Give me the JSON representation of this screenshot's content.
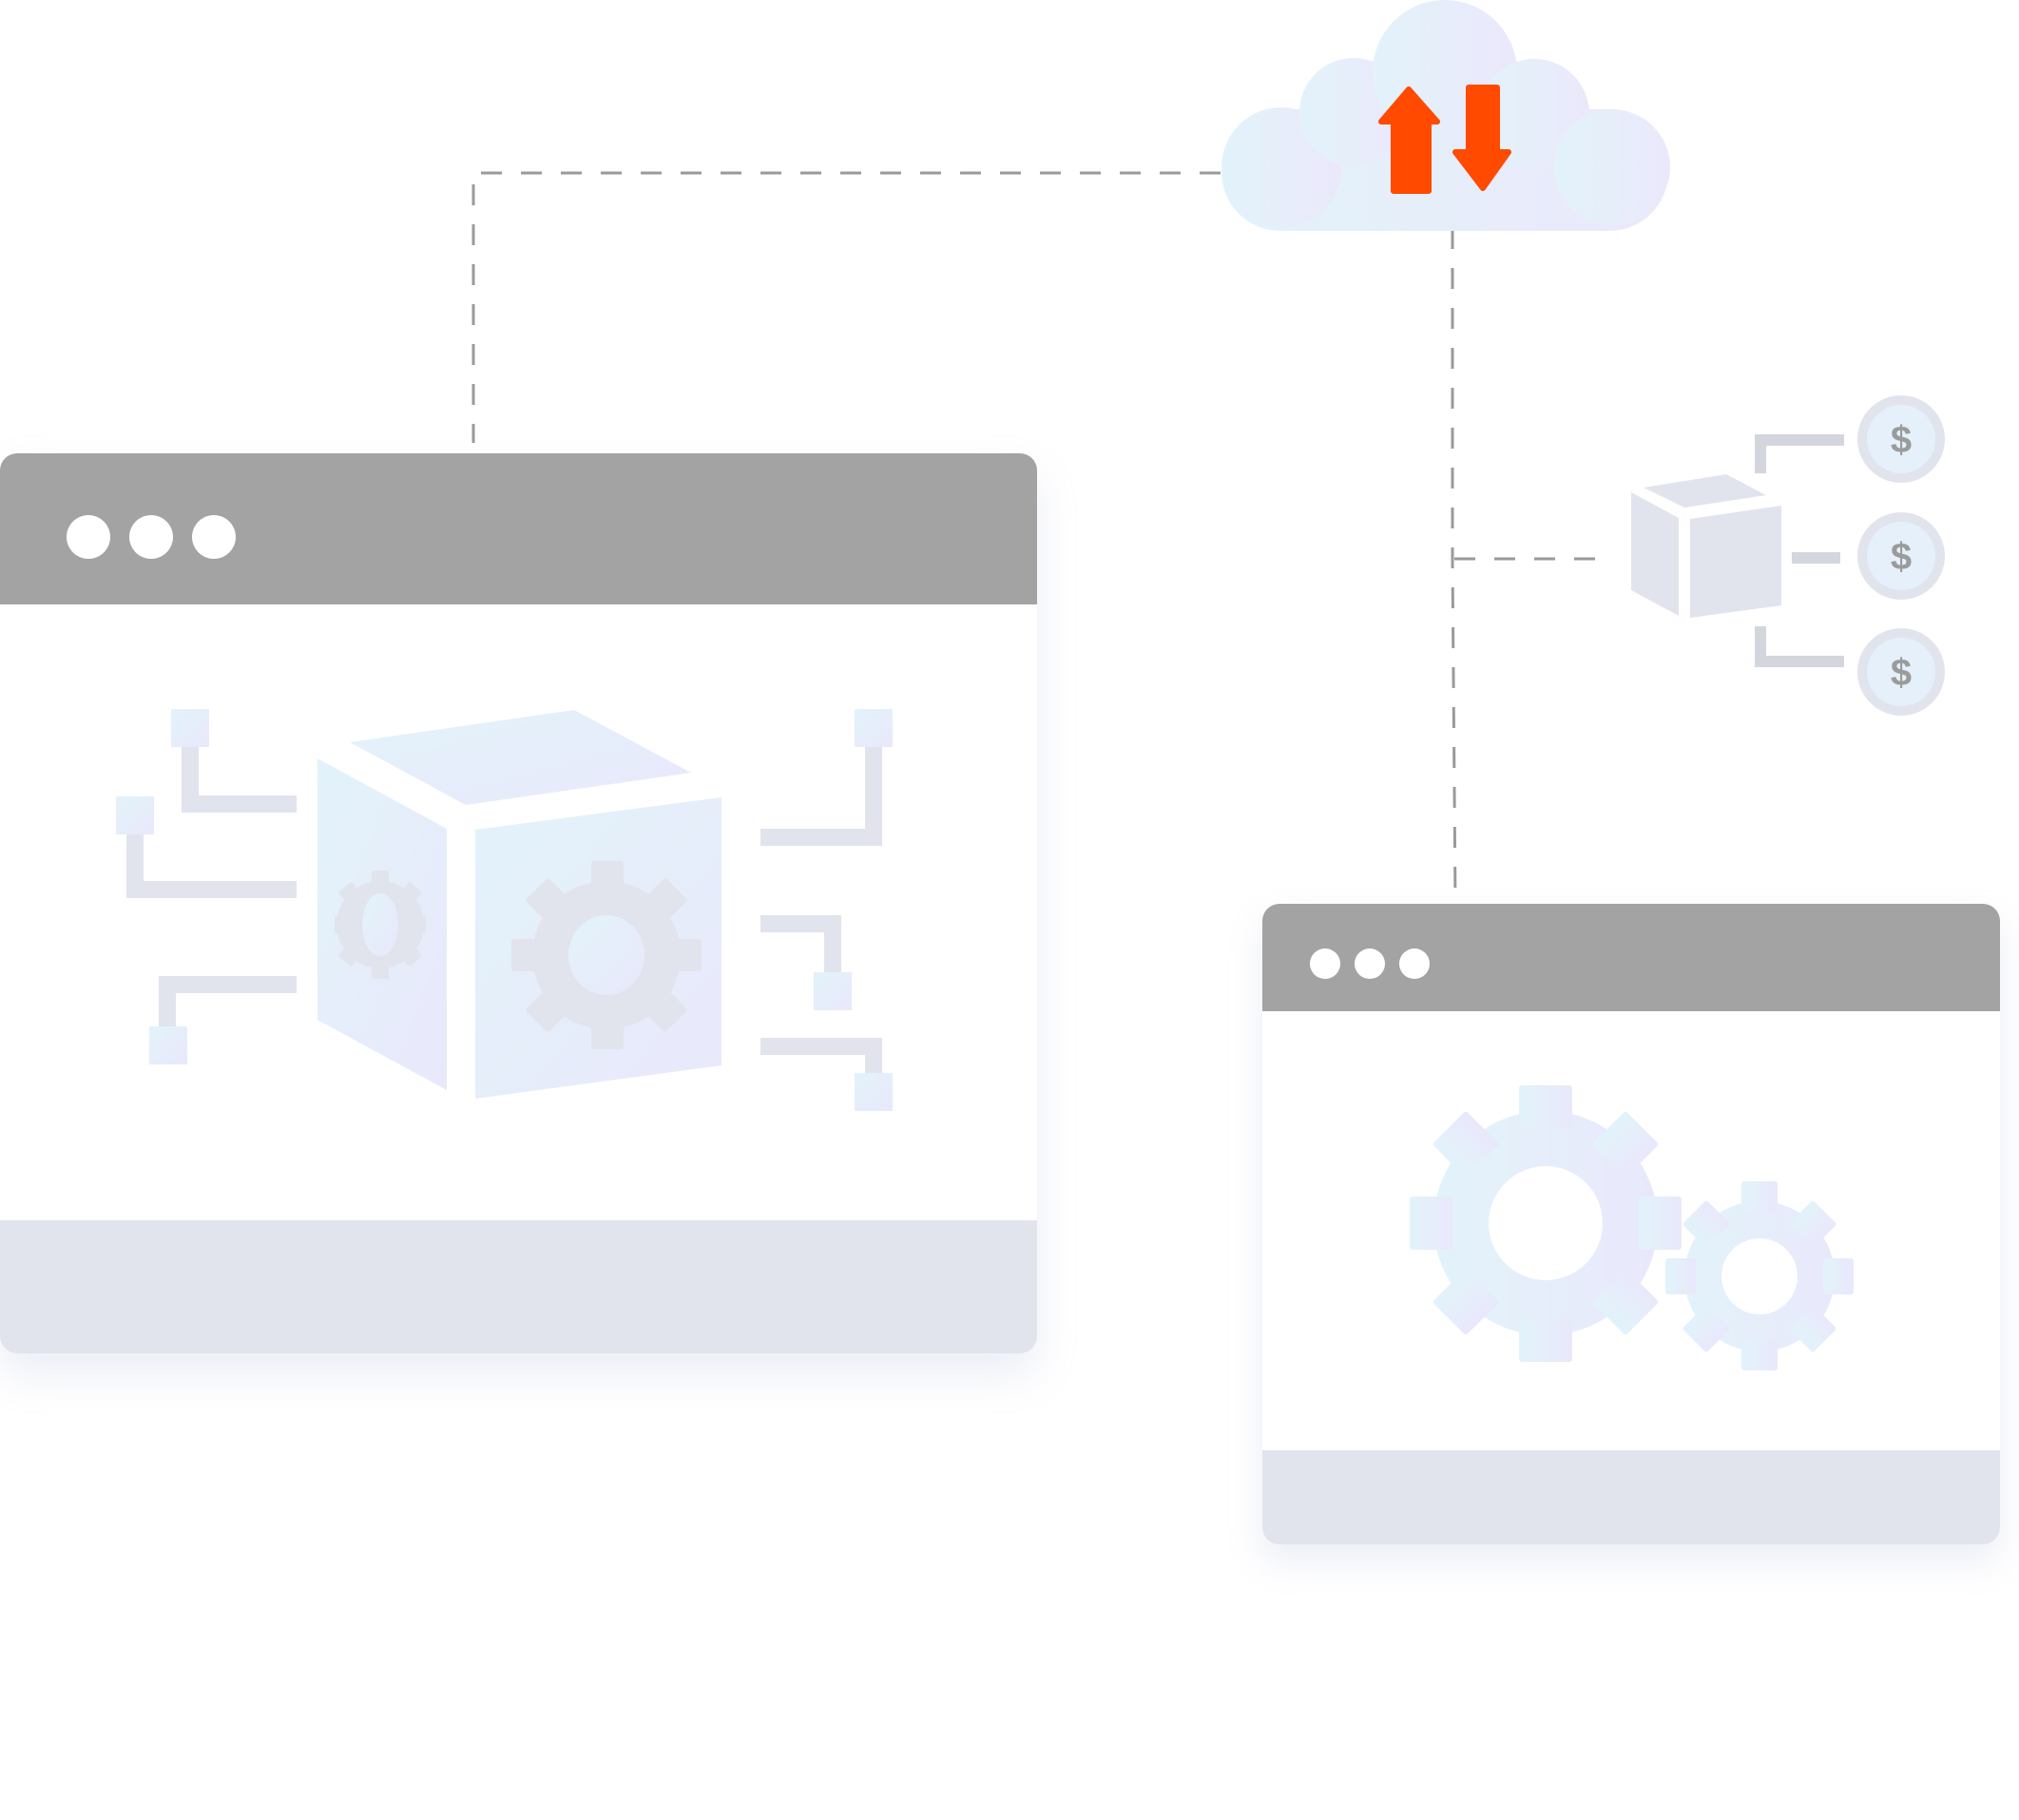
{
  "colors": {
    "titlebar": "#a3a3a3",
    "footer": "#e1e4ed",
    "connector": "#9a9a9a",
    "arrow": "#ff4a00",
    "art_gradient_start": "#e2f3fa",
    "art_gradient_end": "#e9e8fb",
    "bracket": "#d4d6dd",
    "coin_ring": "#e1e4ed",
    "coin_symbol": "#9b9b9b"
  },
  "cloud": {
    "icons": [
      "upload-arrow-icon",
      "download-arrow-icon"
    ]
  },
  "windows": [
    {
      "name": "large-browser-window",
      "window_dots": 3,
      "content_icon": "cube-with-gears-icon"
    },
    {
      "name": "small-browser-window",
      "window_dots": 3,
      "content_icon": "gears-icon"
    }
  ],
  "cost_cluster": {
    "icon": "box-icon",
    "coins": [
      "$",
      "$",
      "$"
    ]
  }
}
